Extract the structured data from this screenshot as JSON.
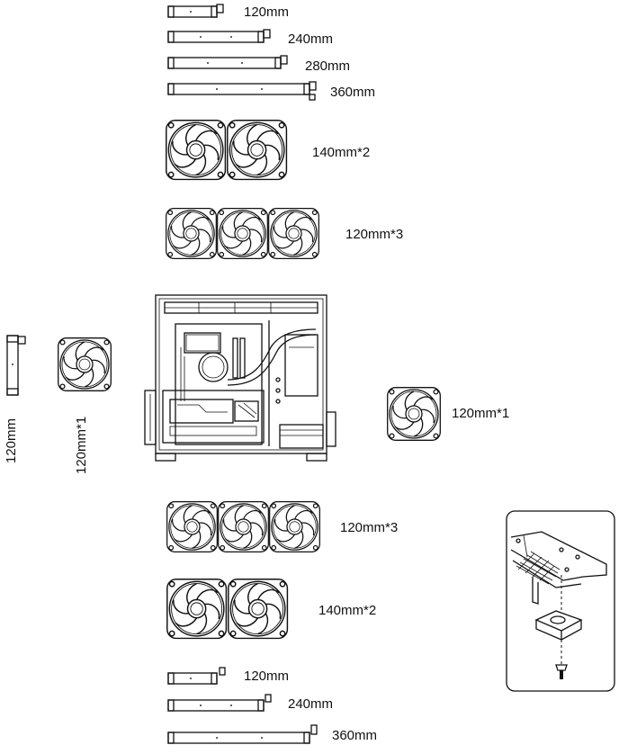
{
  "colors": {
    "line": "#111111",
    "background": "#ffffff"
  },
  "top": {
    "radiators": [
      {
        "label": "120mm"
      },
      {
        "label": "240mm"
      },
      {
        "label": "280mm"
      },
      {
        "label": "360mm"
      }
    ],
    "fan_groups": [
      {
        "label": "140mm*2",
        "count": 2,
        "size": 140
      },
      {
        "label": "120mm*3",
        "count": 3,
        "size": 120
      }
    ]
  },
  "side": {
    "radiator_label": "120mm",
    "left_fan_label": "120mm*1",
    "right_fan_label": "120mm*1"
  },
  "bottom": {
    "fan_groups": [
      {
        "label": "120mm*3",
        "count": 3,
        "size": 120
      },
      {
        "label": "140mm*2",
        "count": 2,
        "size": 140
      }
    ],
    "radiators": [
      {
        "label": "120mm"
      },
      {
        "label": "240mm"
      },
      {
        "label": "360mm"
      }
    ]
  },
  "icons": {
    "case": "pc-case-icon",
    "fan": "fan-icon",
    "radiator": "radiator-icon",
    "foot_detail": "case-foot-install-icon"
  }
}
